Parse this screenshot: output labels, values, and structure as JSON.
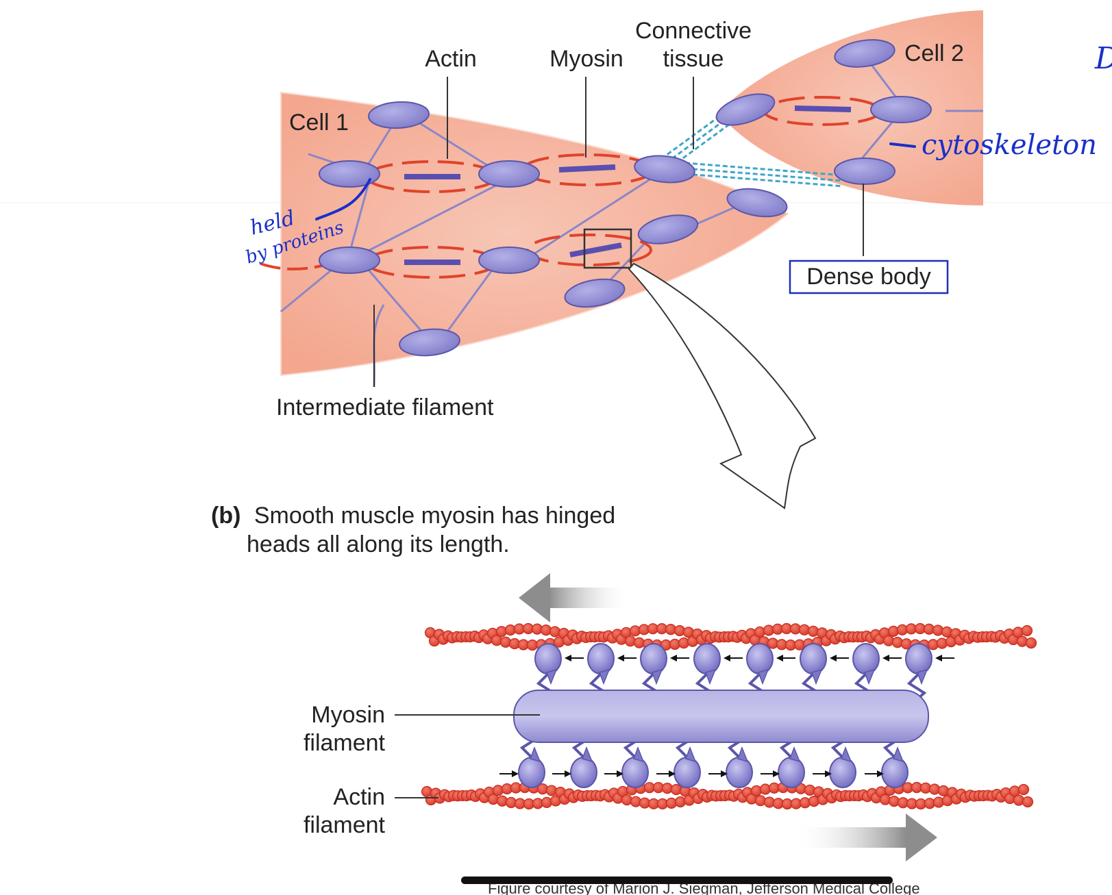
{
  "labels": {
    "actin": "Actin",
    "myosin": "Myosin",
    "connective_line1": "Connective",
    "connective_line2": "tissue",
    "cell1": "Cell 1",
    "cell2": "Cell 2",
    "intermediate_filament": "Intermediate filament",
    "dense_body": "Dense body",
    "panel_b_marker": "(b)",
    "panel_b_line1": "Smooth muscle myosin has hinged",
    "panel_b_line2": "heads all along its length.",
    "myosin_filament_line1": "Myosin",
    "myosin_filament_line2": "filament",
    "actin_filament_line1": "Actin",
    "actin_filament_line2": "filament",
    "credit": "Figure courtesy of Marion J. Siegman, Jefferson Medical College"
  },
  "annotations": {
    "held_line1": "held",
    "held_line2": "by proteins",
    "cytoskeleton": "cytoskeleton",
    "edge_letter": "D"
  },
  "colors": {
    "cell_fill": "#f6b5a0",
    "cell_edge": "#f9d9cc",
    "dense_body": "#8f8bd3",
    "dense_body_stroke": "#5b56a8",
    "actin_red": "#e0432b",
    "myosin_bar": "#5a4fb0",
    "filament_line": "#8b86c8",
    "connective": "#3fa6c7",
    "annotation_blue": "#1a2fc9",
    "arrow_gray": "#9a9a9a"
  }
}
